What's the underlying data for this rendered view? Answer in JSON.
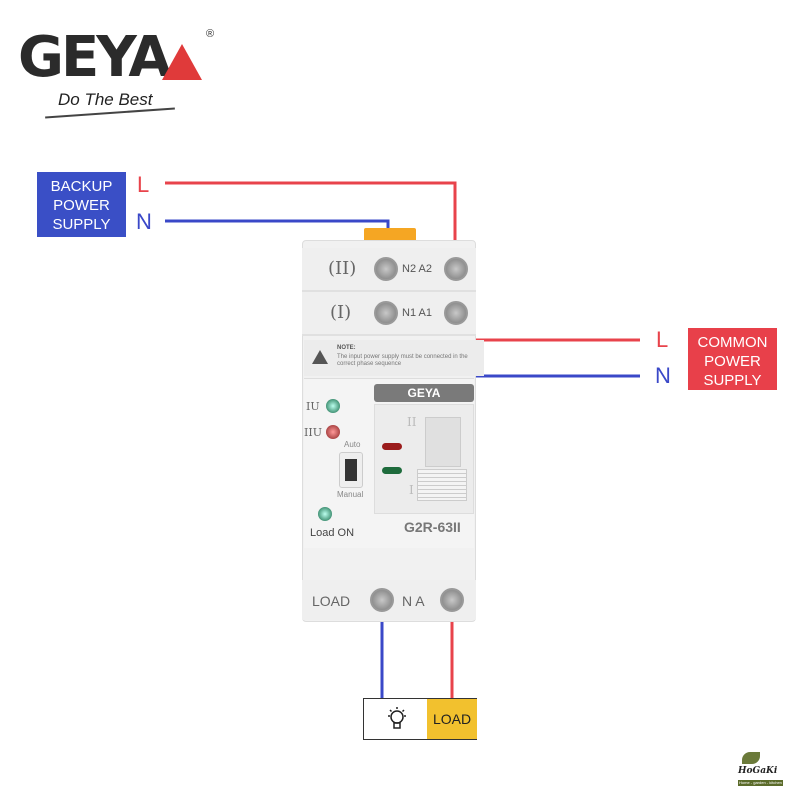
{
  "brand": {
    "name": "GEYA",
    "registered": "®",
    "slogan": "Do The Best"
  },
  "backup_supply": {
    "label_lines": [
      "BACKUP",
      "POWER",
      "SUPPLY"
    ],
    "L": "L",
    "N": "N"
  },
  "common_supply": {
    "label_lines": [
      "COMMON",
      "POWER",
      "SUPPLY"
    ],
    "L": "L",
    "N": "N"
  },
  "device": {
    "row2_label": "(II)",
    "row2_terminals": "N2 A2",
    "row1_label": "(I)",
    "row1_terminals": "N1 A1",
    "note_title": "NOTE:",
    "note_text": "The input power supply must be connected in the correct phase sequence",
    "panel_brand": "GEYA",
    "indicator_1": "IU",
    "indicator_2": "IIU",
    "switch_auto": "Auto",
    "switch_manual": "Manual",
    "load_on": "Load ON",
    "handle_top": "II",
    "handle_bottom": "I",
    "model": "G2R-63II",
    "bottom_label": "LOAD",
    "bottom_terminals": "N A"
  },
  "load_box": {
    "icon": "lightbulb-icon",
    "label": "LOAD"
  },
  "watermark": {
    "name": "HoGaKi",
    "tagline": "Home - garden - kitchen"
  },
  "colors": {
    "live": "#e8434b",
    "neutral": "#3a48c8",
    "backup_box": "#3a4fc6",
    "common_box": "#e8404a",
    "load": "#f2c12e"
  }
}
